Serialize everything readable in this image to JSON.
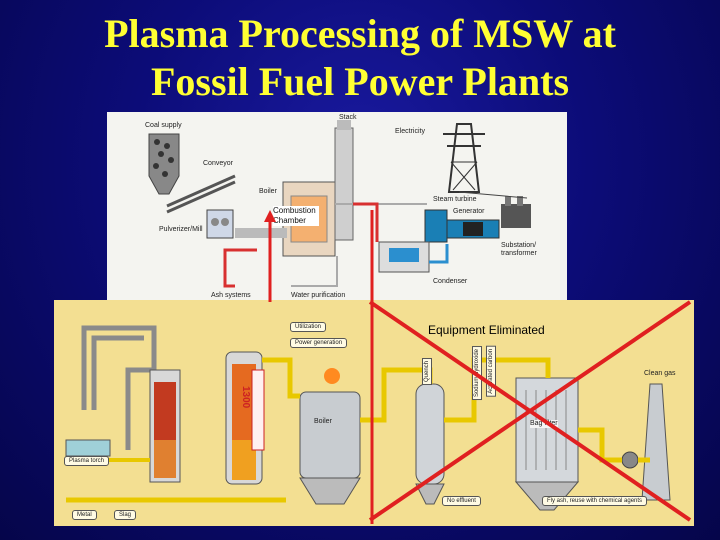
{
  "title": {
    "line1": "Plasma Processing of MSW at",
    "line2": "Fossil Fuel Power Plants"
  },
  "top_diagram": {
    "labels": {
      "coal_supply": "Coal supply",
      "stack": "Stack",
      "electricity": "Electricity",
      "conveyor": "Conveyor",
      "boiler": "Boiler",
      "steam_turbine": "Steam turbine",
      "generator": "Generator",
      "pulverizer": "Pulverizer/Mill",
      "substation": "Substation/ transformer",
      "condenser": "Condenser",
      "ash_systems": "Ash systems",
      "water_purification": "Water purification"
    },
    "combustion_chamber": "Combustion Chamber"
  },
  "bottom_diagram": {
    "labels": {
      "plasma_torch": "Plasma torch",
      "metal": "Metal",
      "slag": "Slag",
      "utilization": "Utilization",
      "power_generation": "Power generation",
      "boiler": "Boiler",
      "no_effluent": "No effluent",
      "fly_ash": "Fly ash, reuse with chemical agents",
      "bag_filter": "Bag filter",
      "clean_gas": "Clean gas",
      "thermometer": "1300",
      "quench": "Quench",
      "sodium_hydroxide": "Sodium hydroxide",
      "activated_carbon": "Activated carbon"
    },
    "equipment_eliminated": "Equipment Eliminated"
  },
  "colors": {
    "title": "#ffff33",
    "background": "#0c0c78",
    "arrow": "#e02020",
    "cross": "#e02020",
    "pipe_yellow": "#e8c800",
    "pipe_red": "#d83030",
    "pipe_gray": "#8a8a8a"
  }
}
